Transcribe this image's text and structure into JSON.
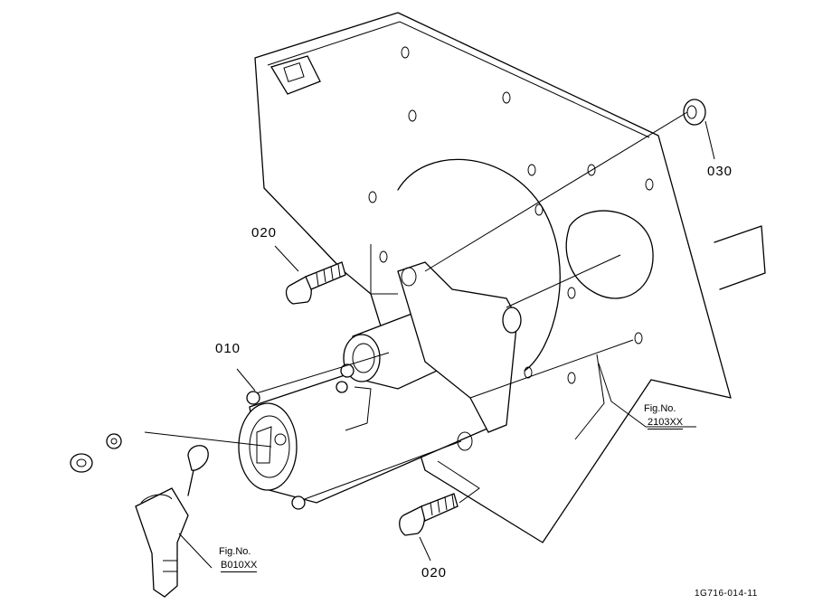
{
  "callouts": {
    "starter": "010",
    "bolt_upper": "020",
    "bolt_lower": "020",
    "nut": "030"
  },
  "references": {
    "right_fig": "Fig.No.",
    "right_num": "2103XX",
    "left_fig": "Fig.No.",
    "left_num": "B010XX"
  },
  "drawing_code": "1G716-014-11"
}
